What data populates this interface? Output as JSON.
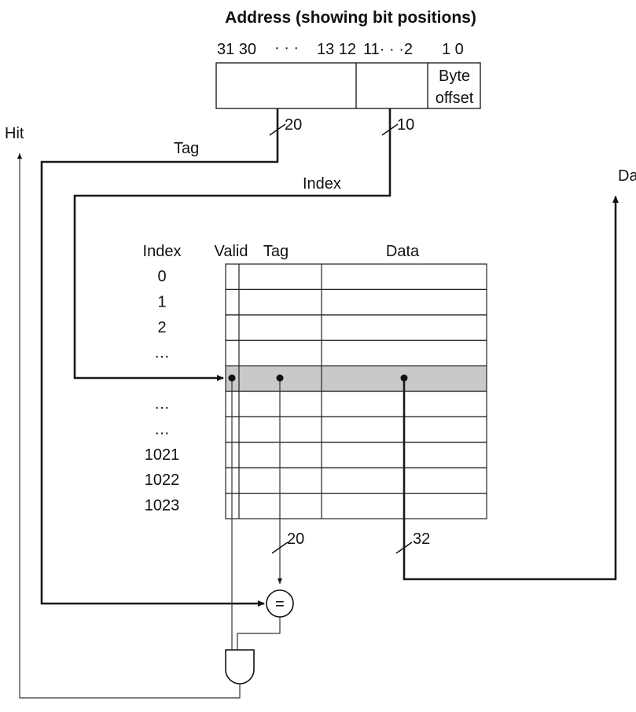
{
  "address": {
    "title": "Address (showing bit positions)",
    "bits_left": "31 30",
    "dots_left": "· · ·",
    "bits_mid": "13 12",
    "bits_right": "11· · ·2",
    "bits_low": "1 0",
    "byte_label_1": "Byte",
    "byte_label_2": "offset"
  },
  "signals": {
    "hit": "Hit",
    "tag": "Tag",
    "index": "Index",
    "data": "Data",
    "tag_width": "20",
    "index_width": "10",
    "tag_out_width": "20",
    "data_out_width": "32",
    "compare": "="
  },
  "table": {
    "headers": {
      "index": "Index",
      "valid": "Valid",
      "tag": "Tag",
      "data": "Data"
    },
    "rows": [
      "0",
      "1",
      "2",
      "…",
      "",
      "…",
      "…",
      "1021",
      "1022",
      "1023"
    ],
    "selected_row": 4,
    "highlight_color": "#c9c9c9"
  }
}
